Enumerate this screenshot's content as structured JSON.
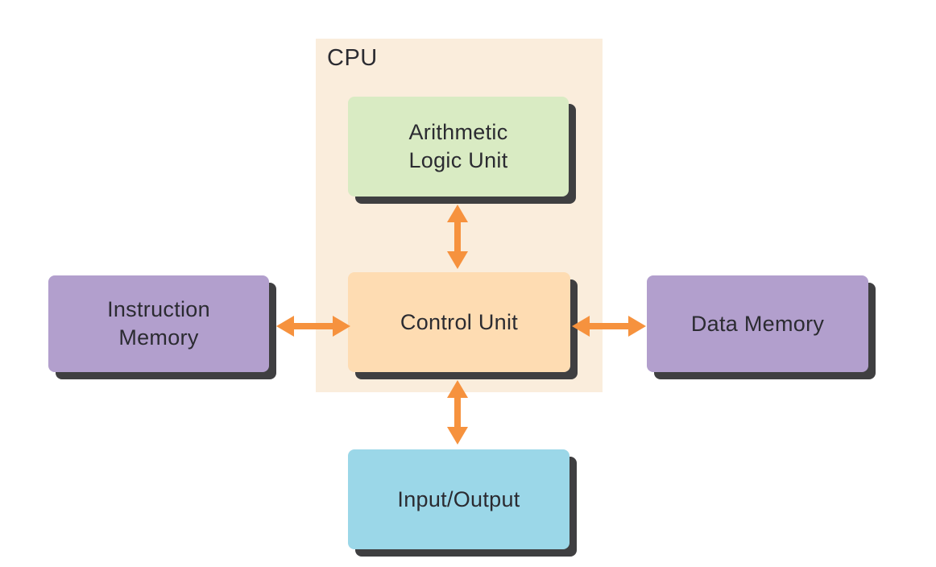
{
  "diagram": {
    "container": {
      "id": "cpu",
      "label": "CPU"
    },
    "nodes": [
      {
        "id": "arithmetic-logic-unit",
        "label": "Arithmetic\nLogic Unit",
        "color_key": "alu",
        "inside_cpu": true
      },
      {
        "id": "control-unit",
        "label": "Control Unit",
        "color_key": "control",
        "inside_cpu": true
      },
      {
        "id": "instruction-memory",
        "label": "Instruction\nMemory",
        "color_key": "memory",
        "inside_cpu": false
      },
      {
        "id": "data-memory",
        "label": "Data Memory",
        "color_key": "memory",
        "inside_cpu": false
      },
      {
        "id": "input-output",
        "label": "Input/Output",
        "color_key": "io",
        "inside_cpu": false
      }
    ],
    "edges": [
      {
        "from": "arithmetic-logic-unit",
        "to": "control-unit",
        "direction": "bidirectional"
      },
      {
        "from": "instruction-memory",
        "to": "control-unit",
        "direction": "bidirectional"
      },
      {
        "from": "control-unit",
        "to": "data-memory",
        "direction": "bidirectional"
      },
      {
        "from": "control-unit",
        "to": "input-output",
        "direction": "bidirectional"
      }
    ]
  },
  "colors": {
    "page-bg": "#ffffff",
    "cpu-bg": "#faeddc",
    "alu": "#d9ebc3",
    "control": "#fedcb2",
    "memory": "#b29fcd",
    "io": "#9bd7e8",
    "arrow": "#f6923e",
    "shadow": "#3f3f41",
    "text": "#2b2b31"
  }
}
